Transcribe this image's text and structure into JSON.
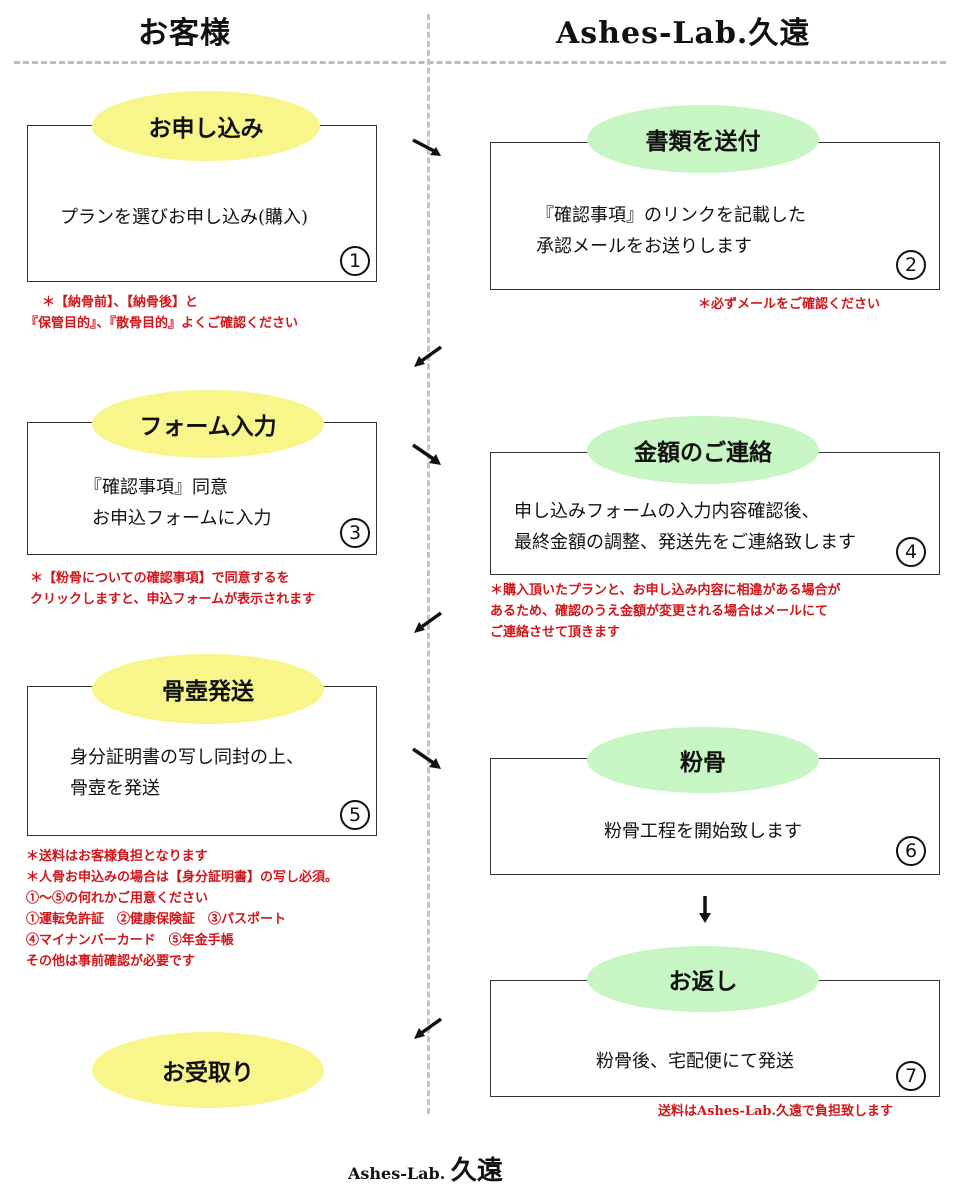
{
  "header": {
    "customer_label": "お客様",
    "provider_label": "Ashes-Lab.久遠"
  },
  "steps": {
    "s1": {
      "title": "お申し込み",
      "lines": [
        "プランを選びお申し込み(購入)"
      ],
      "num": "1"
    },
    "s2": {
      "title": "書類を送付",
      "lines": [
        "『確認事項』のリンクを記載した",
        "承認メールをお送りします"
      ],
      "num": "2"
    },
    "s3": {
      "title": "フォーム入力",
      "lines": [
        "『確認事項』同意",
        "お申込フォームに入力"
      ],
      "num": "3"
    },
    "s4": {
      "title": "金額のご連絡",
      "lines": [
        "申し込みフォームの入力内容確認後、",
        "最終金額の調整、発送先をご連絡致します"
      ],
      "num": "4"
    },
    "s5": {
      "title": "骨壺発送",
      "lines": [
        "身分証明書の写し同封の上、",
        "骨壺を発送"
      ],
      "num": "5"
    },
    "s6": {
      "title": "粉骨",
      "lines": [
        "粉骨工程を開始致します"
      ],
      "num": "6"
    },
    "s7": {
      "title": "お返し",
      "lines": [
        "粉骨後、宅配便にて発送"
      ],
      "num": "7"
    },
    "s8": {
      "title": "お受取り"
    }
  },
  "notes": {
    "n1": [
      "＊【納骨前】、【納骨後】と",
      "『保管目的』、『散骨目的』よくご確認ください"
    ],
    "n2": [
      "＊必ずメールをご確認ください"
    ],
    "n3": [
      "＊【粉骨についての確認事項】で同意するを",
      "クリックしますと、申込フォームが表示されます"
    ],
    "n4": [
      "＊購入頂いたプランと、お申し込み内容に相違がある場合が",
      "あるため、確認のうえ金額が変更される場合はメールにて",
      "ご連絡させて頂きます"
    ],
    "n5": [
      "＊送料はお客様負担となります",
      "＊人骨お申込みの場合は【身分証明書】の写し必須。",
      "①～⑤の何れかご用意ください",
      "①運転免許証　②健康保険証　③パスポート",
      "④マイナンバーカード　⑤年金手帳",
      "その他は事前確認が必要です"
    ],
    "n7": [
      "送料はAshes-Lab.久遠で負担致します"
    ]
  },
  "footer": {
    "brand": "Ashes-Lab.",
    "brand_kanji": "久遠"
  },
  "colors": {
    "yellow_pill": "#f8f58a",
    "green_pill": "#c8f5c4",
    "note_red": "#d0171b"
  },
  "icons": [
    "diagonal-arrow-icon",
    "down-arrow-icon",
    "circled-number-icon"
  ]
}
